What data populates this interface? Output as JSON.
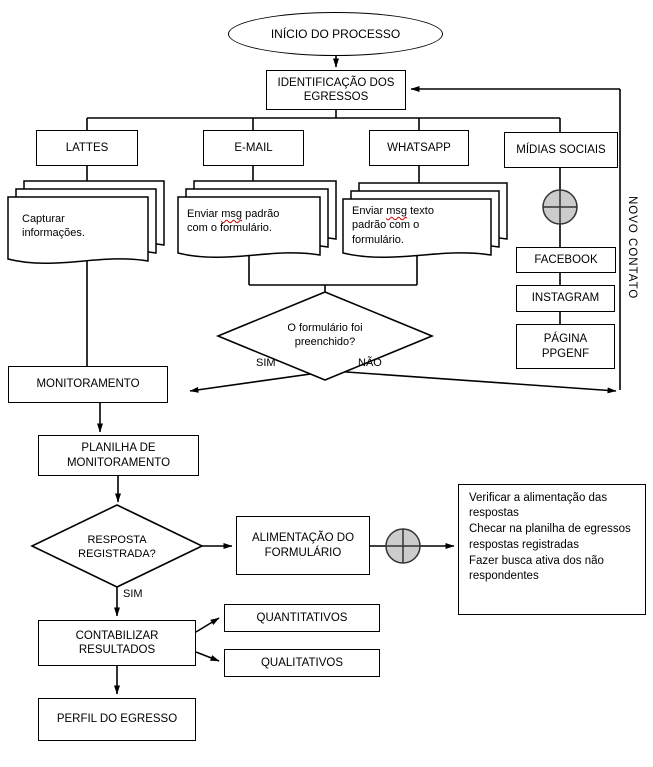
{
  "nodes": {
    "start": "INÍCIO DO PROCESSO",
    "identificacao": "IDENTIFICAÇÃO DOS EGRESSOS",
    "lattes": "LATTES",
    "email": "E-MAIL",
    "whatsapp": "WHATSAPP",
    "midias": "MÍDIAS SOCIAIS",
    "facebook": "FACEBOOK",
    "instagram": "INSTAGRAM",
    "ppgenf": "PÁGINA PPGENF",
    "monitoramento": "MONITORAMENTO",
    "planilha": "PLANILHA DE MONITORAMENTO",
    "alimentacao": "ALIMENTAÇÃO DO FORMULÁRIO",
    "contabilizar": "CONTABILIZAR RESULTADOS",
    "quantitativos": "QUANTITATIVOS",
    "qualitativos": "QUALITATIVOS",
    "perfil": "PERFIL DO EGRESSO"
  },
  "docs": {
    "lattes": {
      "text": "Capturar informações."
    },
    "email": {
      "pre": "Enviar",
      "word": "msg",
      "post": "padrão com o formulário."
    },
    "whatsapp": {
      "pre": "Enviar",
      "word": "msg",
      "post": "texto padrão com o formulário."
    }
  },
  "decisions": {
    "formulario": "O formulário foi preenchido?",
    "resposta": "RESPOSTA REGISTRADA?"
  },
  "labels": {
    "sim1": "SIM",
    "nao1": "NÃO",
    "sim2": "SIM",
    "novo_contato": "NOVO CONTATO"
  },
  "notes": [
    "Verificar a alimentação das respostas",
    "Checar na planilha de egressos respostas registradas",
    "Fazer busca ativa dos não respondentes"
  ],
  "colors": {
    "line": "#000000",
    "box_background": "#ffffff",
    "junction_fill": "#cccccc",
    "spellcheck_underline": "#d00000"
  }
}
